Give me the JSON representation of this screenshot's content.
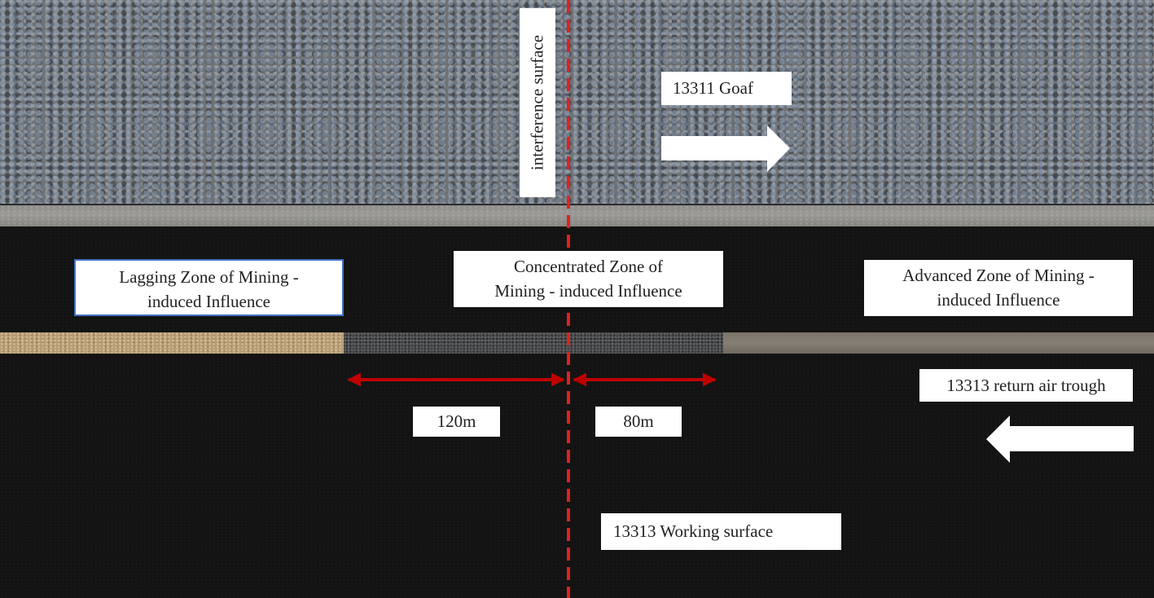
{
  "diagram": {
    "interference_label": "interference surface",
    "goaf_label": "13311 Goaf",
    "zones": {
      "lagging": [
        "Lagging Zone of Mining -",
        "induced Influence"
      ],
      "concentrated": [
        "Concentrated Zone of",
        "Mining - induced Influence"
      ],
      "advanced": [
        "Advanced Zone of Mining  -",
        "induced Influence"
      ]
    },
    "distances": {
      "left": "120m",
      "right": "80m"
    },
    "return_air_label": "13313 return air trough",
    "working_surface_label": "13313 Working surface",
    "colors": {
      "interference_line": "#e02020",
      "dimension_arrow": "#c00000",
      "label_border": "#4472c4",
      "arrow_fill": "#ffffff"
    }
  }
}
